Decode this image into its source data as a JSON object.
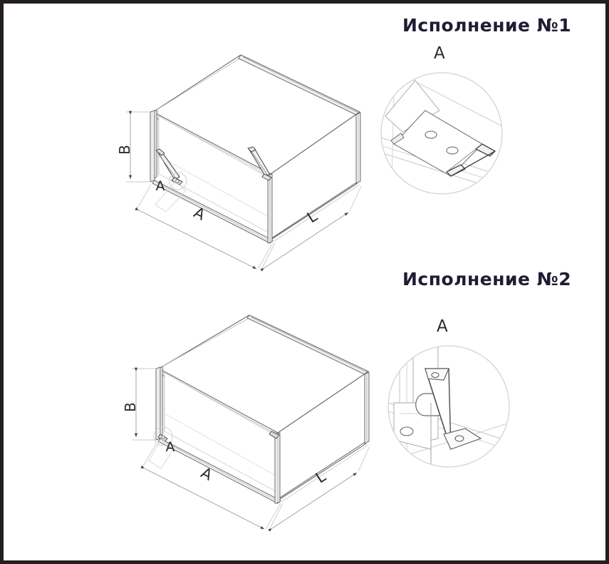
{
  "page": {
    "background_color": "#ffffff",
    "border_color": "#231f20",
    "line_color": "#58595b",
    "dim_line_color": "#c9cacc",
    "title_color": "#221b33"
  },
  "variants": [
    {
      "title": "Исполнение №1",
      "detail_label": "A",
      "callout_label": "A",
      "dimensions": {
        "height": "B",
        "width": "A",
        "length": "L"
      },
      "detail_description": "flat-mounting-plate-two-holes"
    },
    {
      "title": "Исполнение №2",
      "detail_label": "A",
      "callout_label": "A",
      "dimensions": {
        "height": "B",
        "width": "A",
        "length": "L"
      },
      "detail_description": "triangular-corner-gusset-bracket"
    }
  ]
}
